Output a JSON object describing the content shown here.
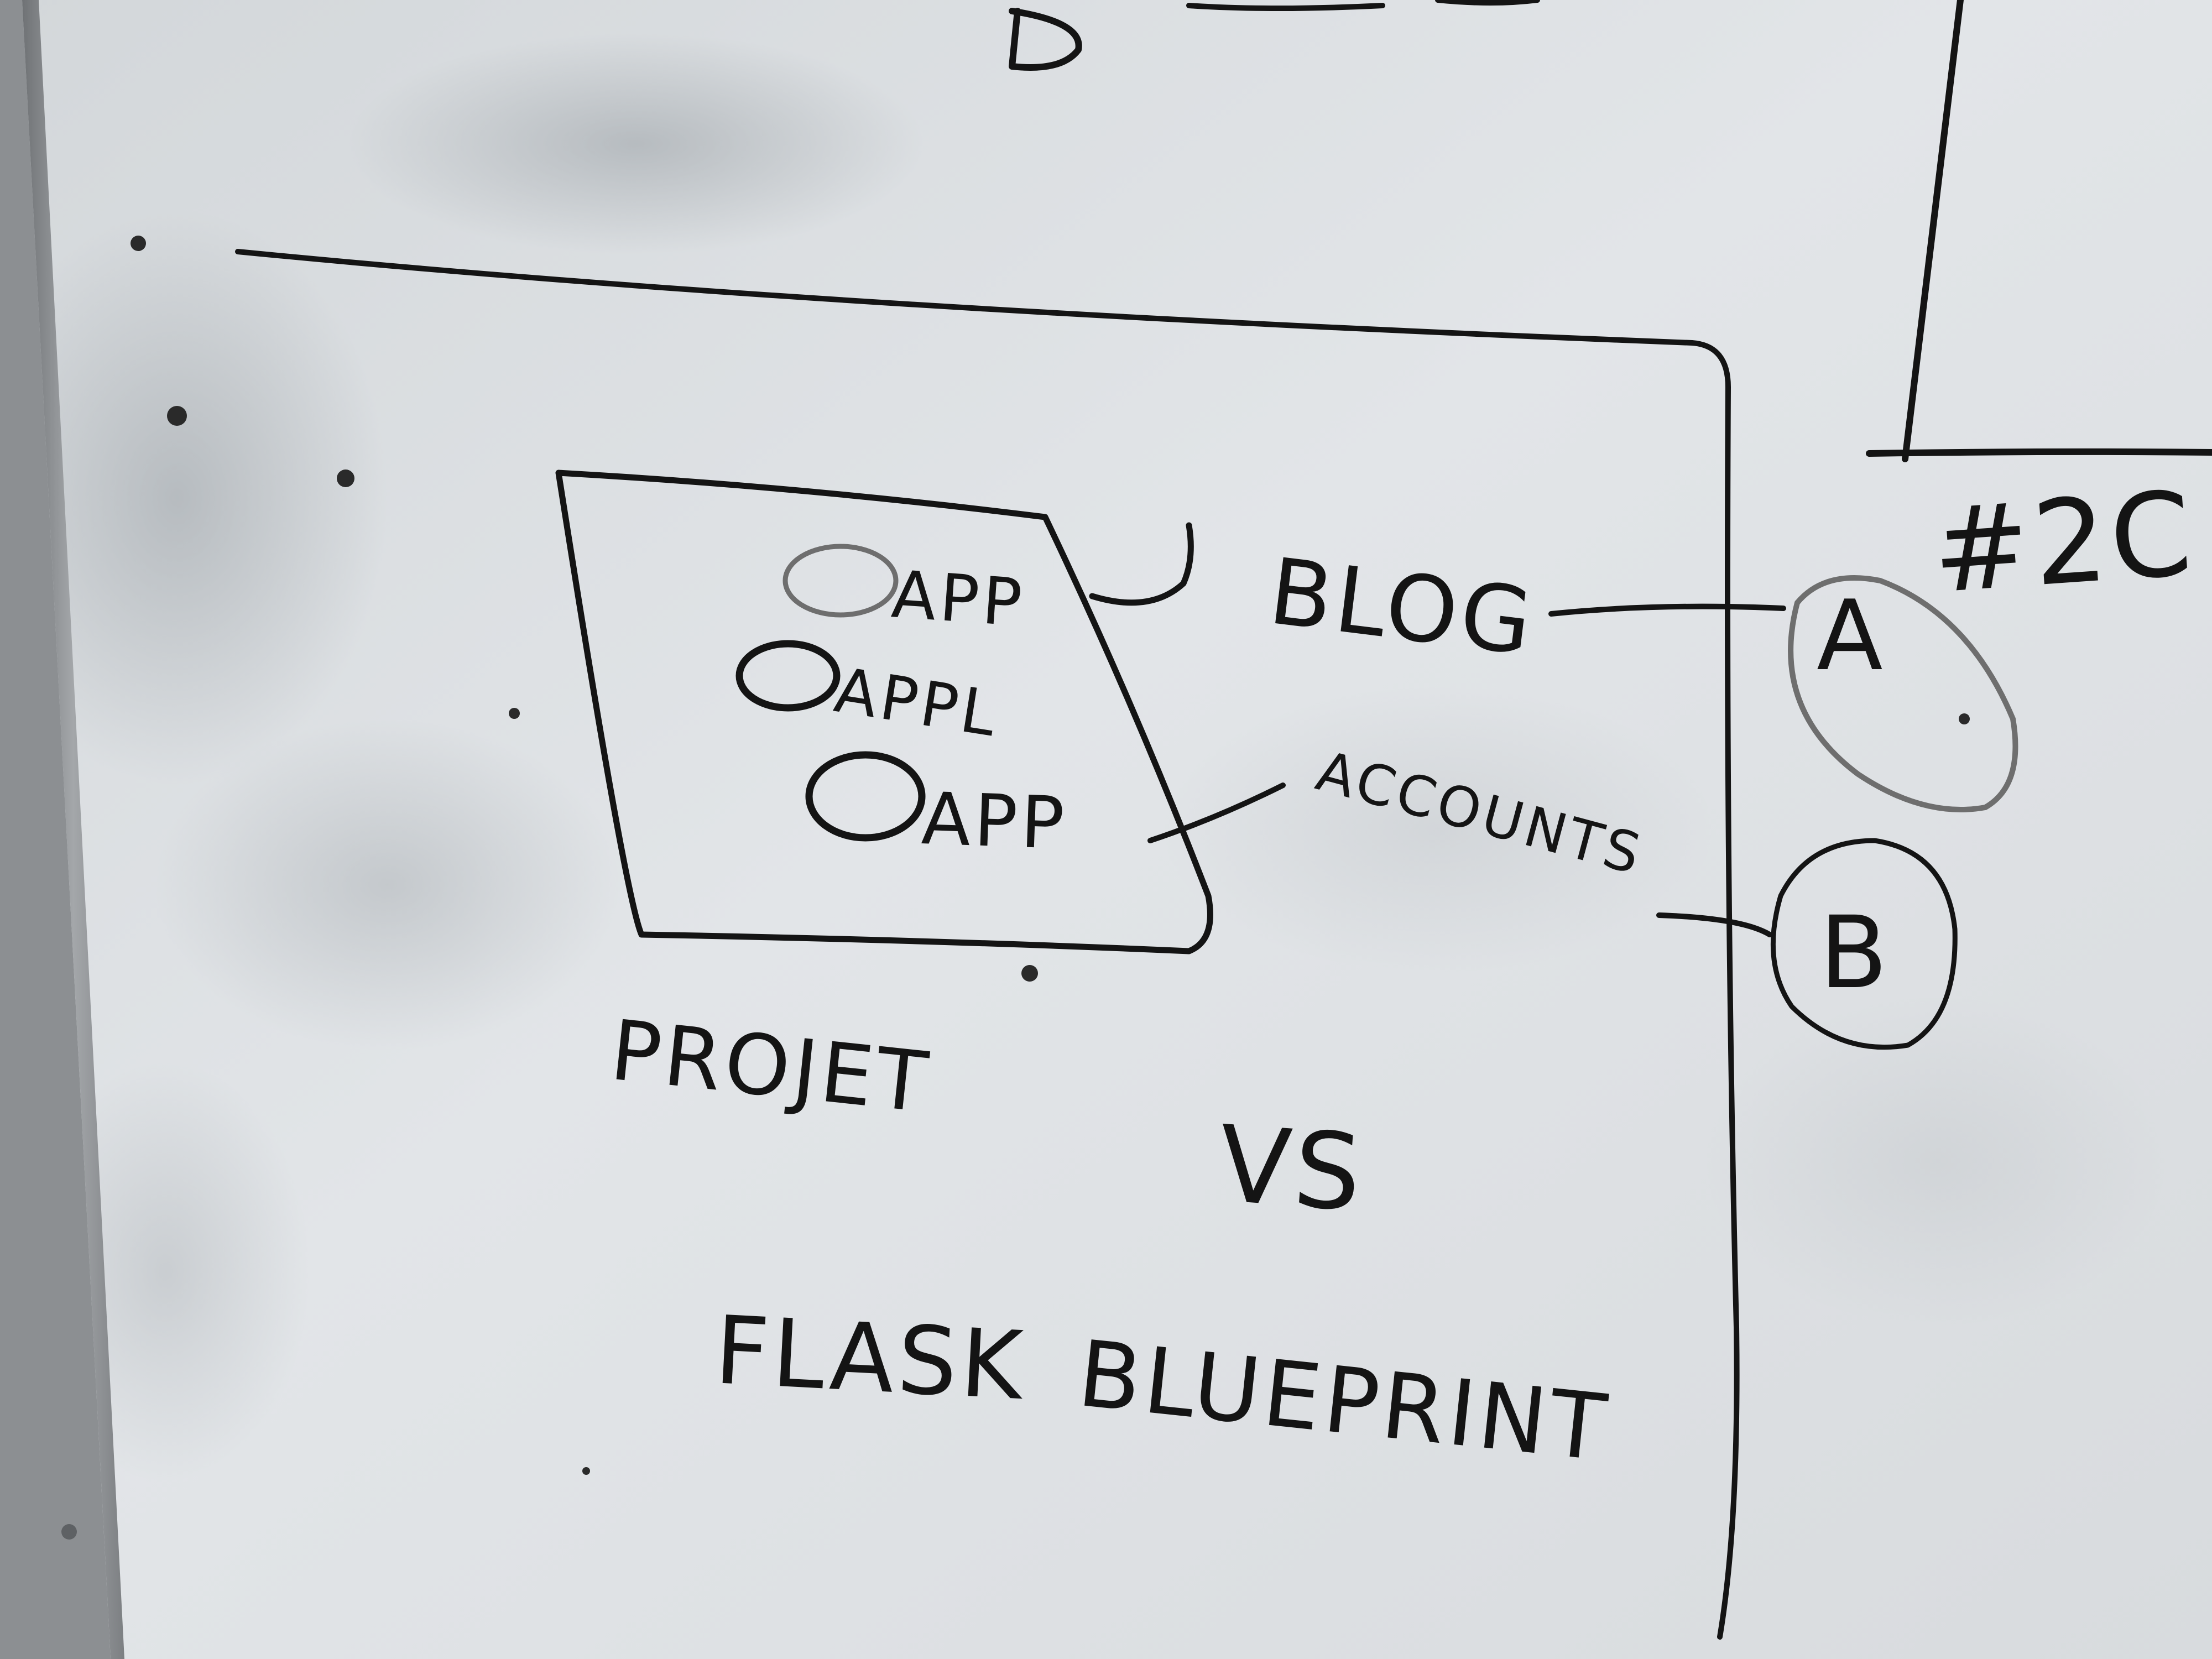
{
  "board": {
    "colors": {
      "board": "#dfe2e5",
      "ink": "#141414",
      "faint_ink": "#6e6e6e",
      "frame": "#8c8f92"
    },
    "labels": {
      "top_partial": "D",
      "right_partial": "#2C",
      "app_1": "APP",
      "app_2": "APPL",
      "app_3": "APP",
      "blog": "BLOG",
      "accounts": "ACCOUNTS",
      "node_a": "A",
      "node_b": "B",
      "projet": "PROJET",
      "vs": "VS",
      "flask": "FLASK",
      "blueprint": "BLUEPRINT"
    }
  }
}
